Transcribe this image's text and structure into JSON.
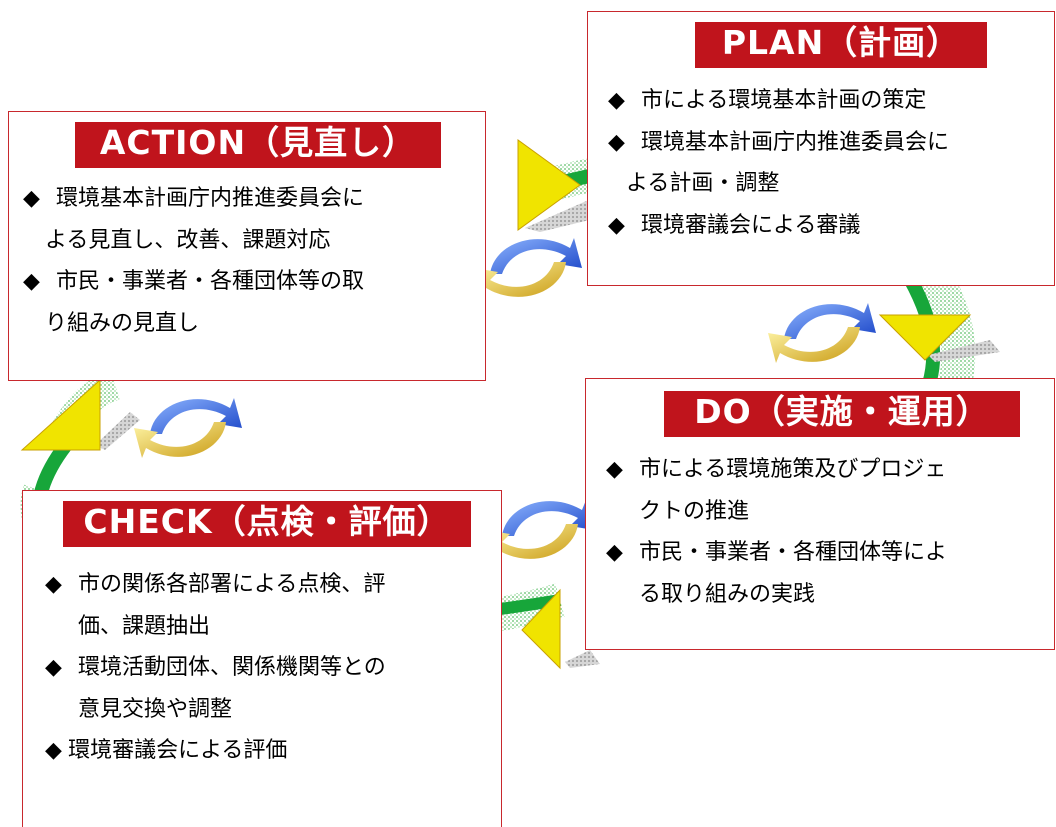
{
  "colors": {
    "banner_bg": "#c0141c",
    "box_border": "#c8282d",
    "ring": "#17a63a",
    "arrow": "#f0e400"
  },
  "bullet": "◆",
  "plan": {
    "title": "PLAN（計画）",
    "items": [
      "市による環境基本計画の策定",
      "環境基本計画庁内推進委員会に",
      "よる計画・調整",
      "環境審議会による審議"
    ]
  },
  "action": {
    "title": "ACTION（見直し）",
    "items": [
      "環境基本計画庁内推進委員会に",
      "よる見直し、改善、課題対応",
      "市民・事業者・各種団体等の取",
      "り組みの見直し"
    ]
  },
  "do": {
    "title": "DO（実施・運用）",
    "items": [
      "市による環境施策及びプロジェ",
      "クトの推進",
      "市民・事業者・各種団体等によ",
      "る取り組みの実践"
    ]
  },
  "check": {
    "title": "CHECK（点検・評価）",
    "items": [
      "市の関係各部署による点検、評",
      "価、課題抽出",
      "環境活動団体、関係機関等との",
      "意見交換や調整",
      "環境審議会による評価"
    ]
  }
}
